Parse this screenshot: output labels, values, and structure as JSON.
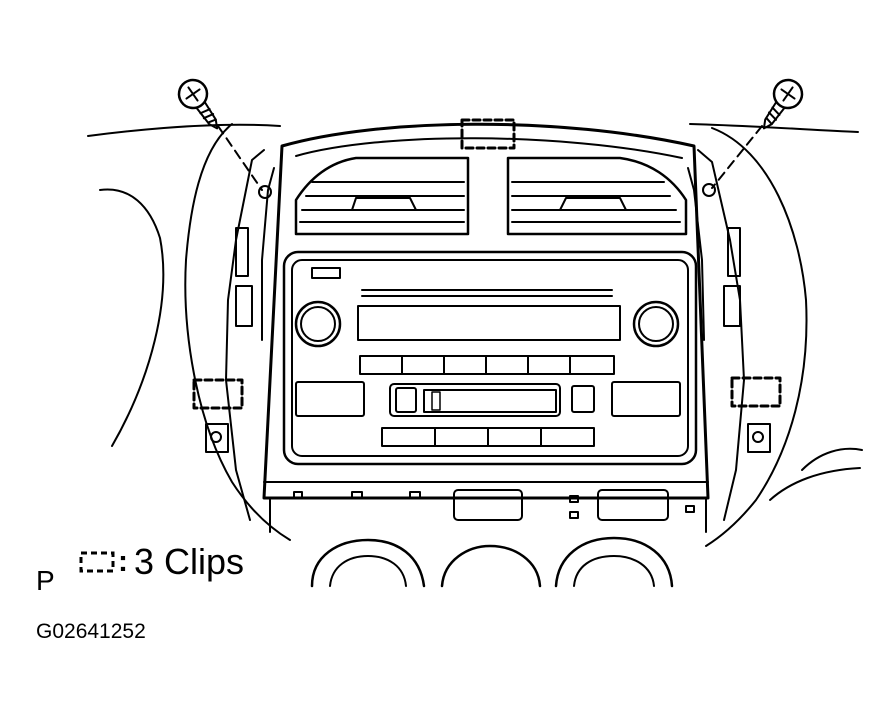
{
  "legend": {
    "marker_label": "P",
    "clip_count_text": "3 Clips"
  },
  "figure": {
    "code": "G02641252"
  },
  "colors": {
    "line": "#000000",
    "background": "#ffffff"
  },
  "icons": [
    "screw-icon",
    "clip-icon"
  ]
}
